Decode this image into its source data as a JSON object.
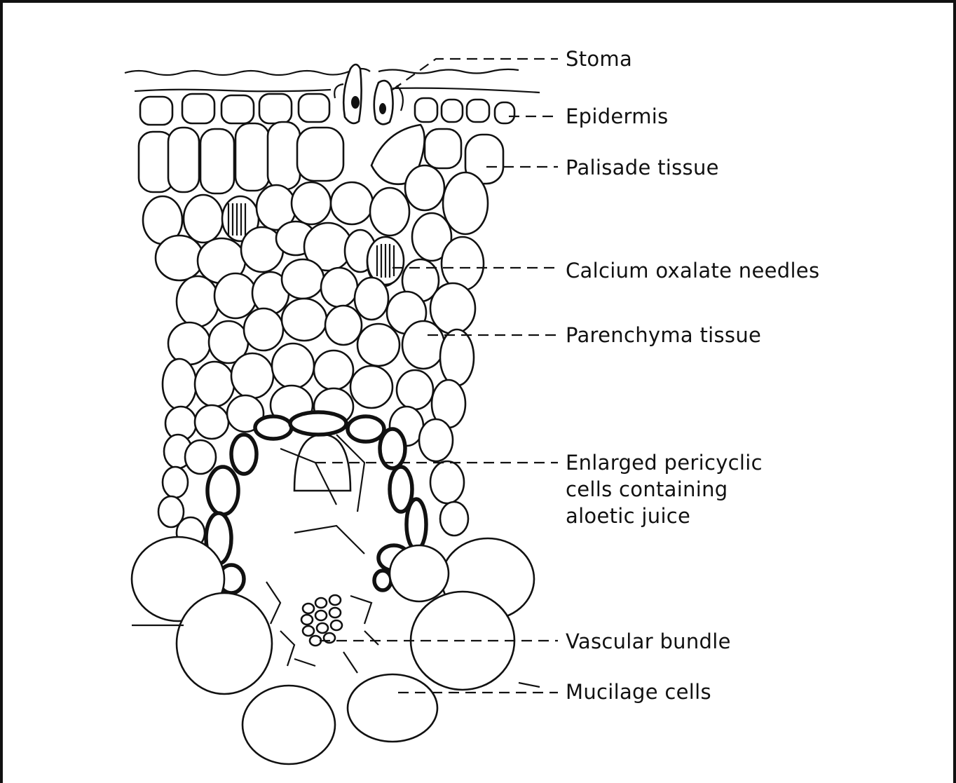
{
  "labels": {
    "stoma": "Stoma",
    "epidermis": "Epidermis",
    "palisade": "Palisade tissue",
    "calcium": "Calcium oxalate needles",
    "parenchyma": "Parenchyma tissue",
    "pericyclic_line1": "Enlarged pericyclic",
    "pericyclic_line2": "cells containing",
    "pericyclic_line3": "aloetic juice",
    "vascular": "Vascular bundle",
    "mucilage": "Mucilage cells"
  }
}
